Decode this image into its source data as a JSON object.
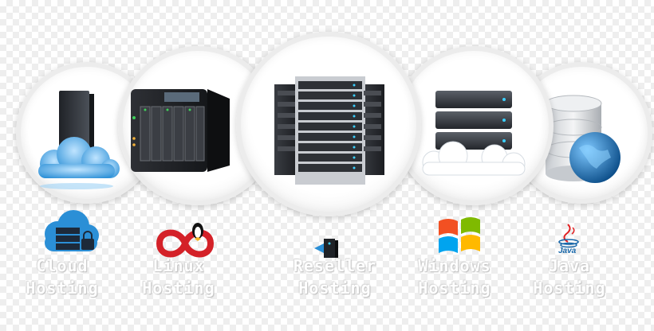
{
  "services": [
    {
      "id": "cloud",
      "title": "Cloud",
      "subtitle": "Hosting",
      "icon": "cloud-server-lock-icon"
    },
    {
      "id": "linux",
      "title": "Linux",
      "subtitle": "Hosting",
      "icon": "linux-penguin-icon"
    },
    {
      "id": "reseller",
      "title": "Reseller",
      "subtitle": "Hosting",
      "icon": "reseller-server-icon"
    },
    {
      "id": "windows",
      "title": "Windows",
      "subtitle": "Hosting",
      "icon": "windows-logo-icon"
    },
    {
      "id": "java",
      "title": "Java",
      "subtitle": "Hosting",
      "icon": "java-logo-icon",
      "logo_text": "Java"
    }
  ],
  "colors": {
    "cloud_blue": "#2b8fd6",
    "server_dark": "#2a2d33",
    "linux_red": "#d42128",
    "win_red": "#f25022",
    "win_green": "#7fba00",
    "win_blue": "#00a4ef",
    "win_yellow": "#ffb900",
    "java_red": "#e11f21",
    "java_blue": "#1565a8"
  }
}
